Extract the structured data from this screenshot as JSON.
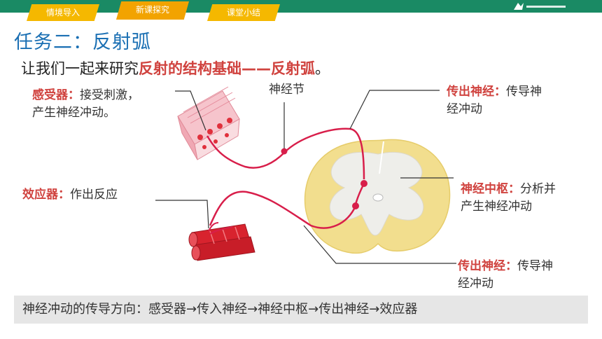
{
  "nav": {
    "tabs": [
      {
        "label": "情境导入"
      },
      {
        "label": "新课探究"
      },
      {
        "label": "课堂小结"
      }
    ],
    "active_tab": "新课探究"
  },
  "title": "任务二：反射弧",
  "subtitle": {
    "prefix": "让我们一起来研究",
    "highlight1": "反射的结构基础",
    "dash": "——",
    "highlight2": "反射弧",
    "suffix": "。"
  },
  "labels": {
    "receptor": {
      "key": "感受器",
      "sep": "：",
      "desc1": "接受刺激，",
      "desc2": "产生神经冲动。"
    },
    "ganglion": "神经节",
    "afferent": {
      "key": "传出神经",
      "sep": "：",
      "desc1": "传导神",
      "desc2": "经冲动"
    },
    "center": {
      "key": "神经中枢",
      "sep": "：",
      "desc1": "分析并",
      "desc2": "产生神经冲动"
    },
    "effector": {
      "key": "效应器",
      "sep": "：",
      "desc1": "作出反应"
    },
    "efferent": {
      "key": "传出神经",
      "sep": "：",
      "desc1": "传导神",
      "desc2": "经冲动"
    }
  },
  "bottom_text": "神经冲动的传导方向：感受器→传入神经→神经中枢→传出神经→效应器",
  "colors": {
    "header_green": "#1a8a64",
    "tab_yellow": "#f5b800",
    "title_blue": "#1a6fb3",
    "highlight_red": "#d0433f",
    "nerve_red": "#d81e4a",
    "cord_yellow": "#f2de8e"
  }
}
